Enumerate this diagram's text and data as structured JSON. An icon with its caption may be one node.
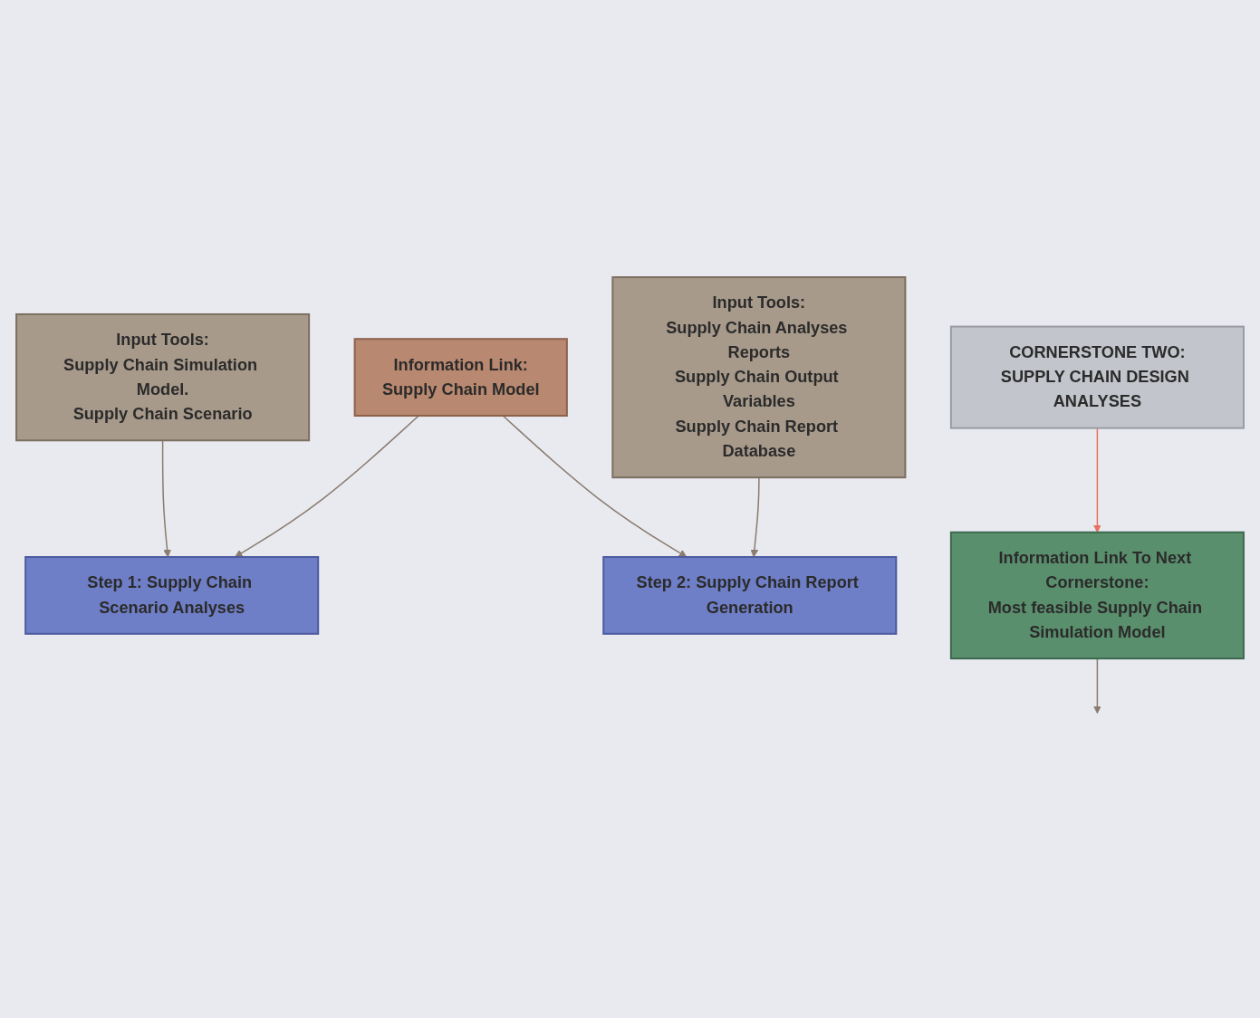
{
  "diagram": {
    "nodes": [
      {
        "text": [
          "CORNERSTONE TWO:",
          "SUPPLY CHAIN DESIGN ANALYSES"
        ]
      },
      {
        "text": [
          "Input Tools:",
          "Supply Chain Simulation Model.",
          "Supply Chain Scenario"
        ]
      },
      {
        "text": [
          "Step 1: Supply Chain Scenario Analyses"
        ]
      },
      {
        "text": [
          "Information Link:",
          "Supply Chain Model"
        ]
      },
      {
        "text": [
          "Input Tools:",
          "Supply Chain Analyses Reports",
          "Supply Chain Output Variables",
          "Supply Chain Report Database"
        ]
      },
      {
        "text": [
          "Step 2: Supply Chain Report Generation"
        ]
      },
      {
        "text": [
          "Information Link To Next Cornerstone:",
          "Most feasible Supply Chain Simulation Model"
        ]
      }
    ],
    "edges": [
      {
        "from": 1,
        "to": 2,
        "arrow": "to"
      },
      {
        "from": 3,
        "to": 2,
        "arrow": "to"
      },
      {
        "from": 3,
        "to": 5,
        "arrow": "to"
      },
      {
        "from": 4,
        "to": 5,
        "arrow": "to"
      },
      {
        "from": 0,
        "to": 6,
        "arrow": "to",
        "color": "#e8705f"
      },
      {
        "from": 6,
        "to": null,
        "arrow": "to"
      }
    ]
  }
}
